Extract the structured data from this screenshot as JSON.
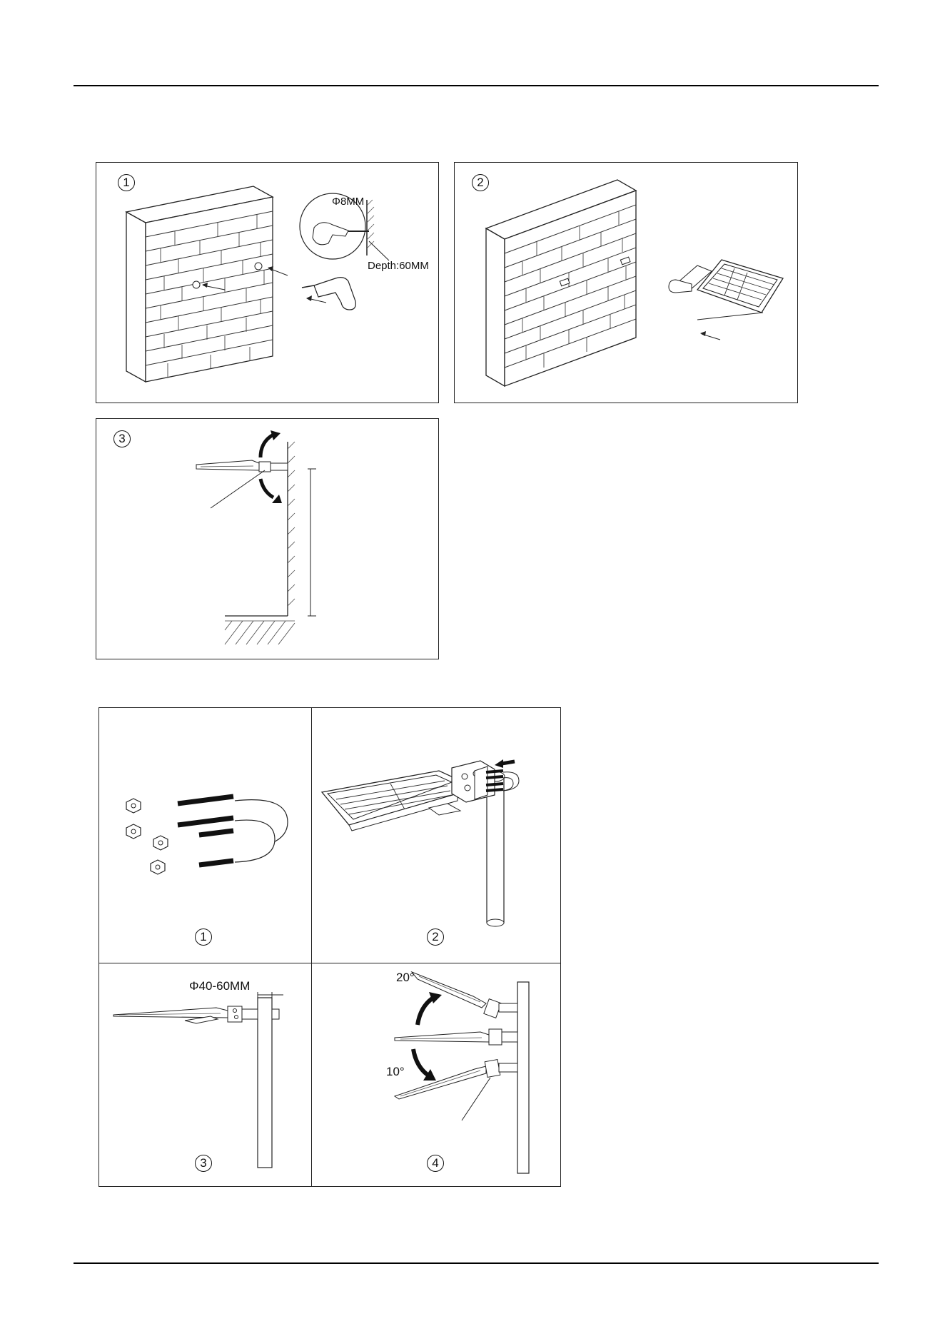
{
  "wall_mount": {
    "step1": {
      "badge": "1",
      "drill_bit": "Φ8MM",
      "drill_depth": "Depth:60MM"
    },
    "step2": {
      "badge": "2"
    },
    "step3": {
      "badge": "3"
    }
  },
  "pole_mount": {
    "step1": {
      "badge": "1"
    },
    "step2": {
      "badge": "2"
    },
    "step3": {
      "badge": "3",
      "pole_diameter": "Φ40-60MM"
    },
    "step4": {
      "badge": "4",
      "tilt_up": "20°",
      "tilt_down": "10°"
    }
  }
}
